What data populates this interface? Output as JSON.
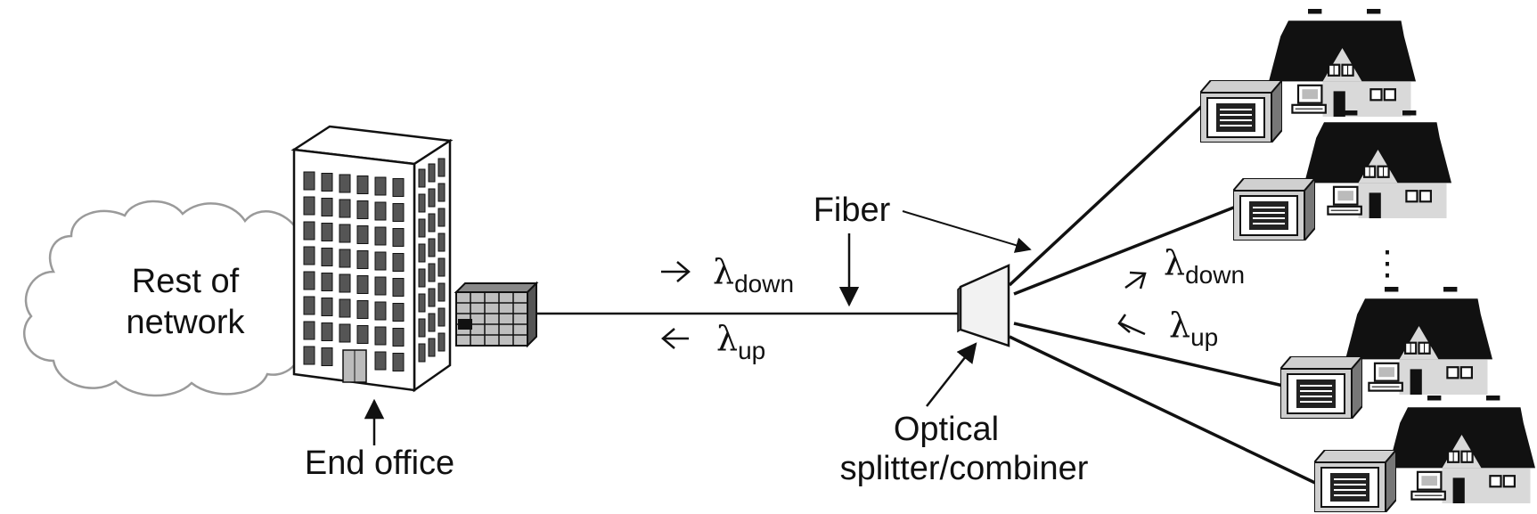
{
  "labels": {
    "cloud_line1": "Rest of",
    "cloud_line2": "network",
    "end_office": "End office",
    "fiber": "Fiber",
    "splitter_line1": "Optical",
    "splitter_line2": "splitter/combiner",
    "lambda": "λ",
    "down": "down",
    "up": "up",
    "ellipsis": "⋮"
  },
  "icons": [
    "cloud-icon",
    "office-building-icon",
    "olt-device-icon",
    "optical-splitter-icon",
    "house-icon",
    "onu-device-icon",
    "computer-icon"
  ],
  "houses_count": 4,
  "colors": {
    "line": "#111111",
    "roof": "#111111",
    "wall": "#d9d9d9",
    "cloud_stroke": "#9a9a9a"
  }
}
